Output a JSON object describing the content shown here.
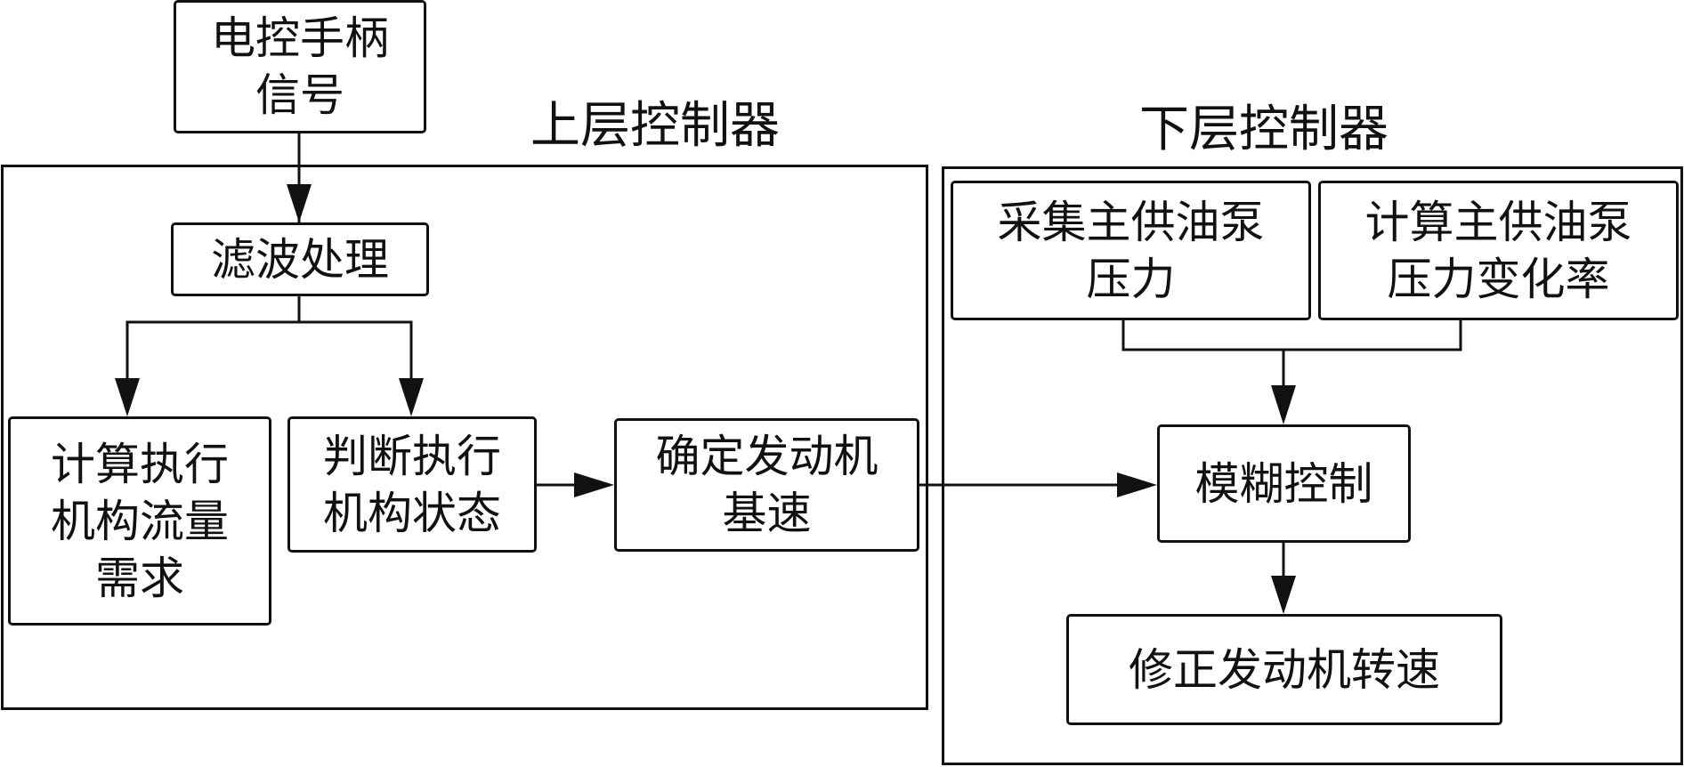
{
  "upper_controller": {
    "title": "上层控制器"
  },
  "lower_controller": {
    "title": "下层控制器"
  },
  "nodes": {
    "handle_signal": {
      "lines": [
        "电控手柄",
        "信号"
      ]
    },
    "filtering": {
      "lines": [
        "滤波处理"
      ]
    },
    "flow_demand": {
      "lines": [
        "计算执行",
        "机构流量",
        "需求"
      ]
    },
    "actuator_state": {
      "lines": [
        "判断执行",
        "机构状态"
      ]
    },
    "base_speed": {
      "lines": [
        "确定发动机",
        "基速"
      ]
    },
    "collect_pressure": {
      "lines": [
        "采集主供油泵",
        "压力"
      ]
    },
    "pressure_rate": {
      "lines": [
        "计算主供油泵",
        "压力变化率"
      ]
    },
    "fuzzy_control": {
      "lines": [
        "模糊控制"
      ]
    },
    "correct_speed": {
      "lines": [
        "修正发动机转速"
      ]
    }
  }
}
